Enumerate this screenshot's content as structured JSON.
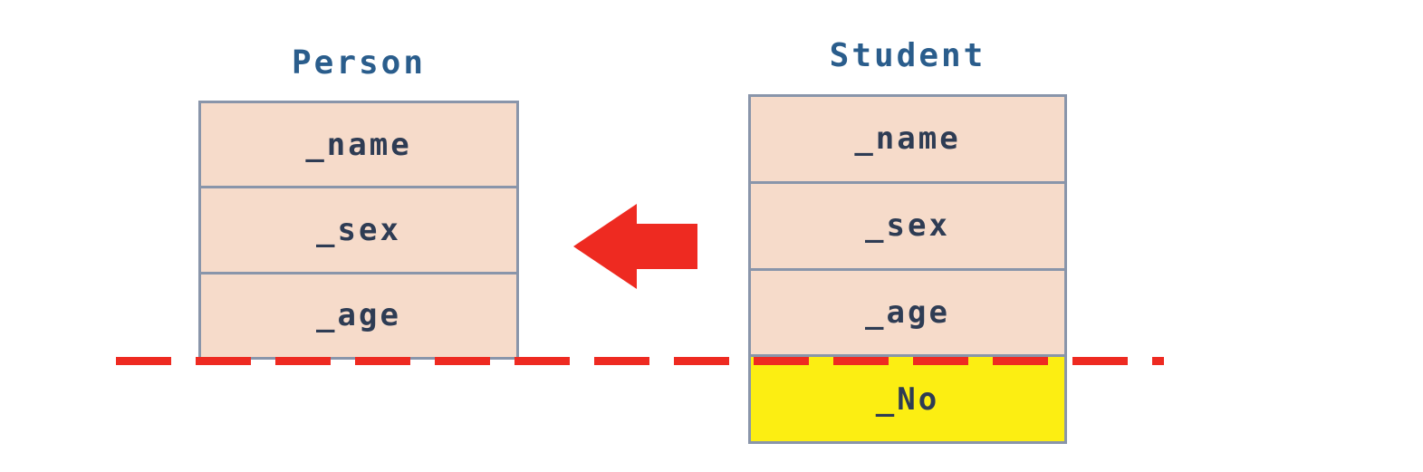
{
  "diagram": {
    "classes": [
      {
        "name": "Person",
        "fields": [
          {
            "label": "_name"
          },
          {
            "label": "_sex"
          },
          {
            "label": "_age"
          }
        ]
      },
      {
        "name": "Student",
        "fields": [
          {
            "label": "_name"
          },
          {
            "label": "_sex"
          },
          {
            "label": "_age"
          },
          {
            "label": "_No",
            "highlighted": true
          }
        ]
      }
    ],
    "arrow": {
      "icon": "left-arrow-icon",
      "direction": "left"
    },
    "separator": {
      "style": "dashed",
      "orientation": "horizontal"
    },
    "colors": {
      "background": "#ffffff",
      "field_fill": "#f6dbca",
      "highlight_fill": "#fcee12",
      "border": "#8995aa",
      "title_text": "#2a5d8c",
      "field_text": "#2e3c54",
      "accent_red": "#ee2a21"
    }
  }
}
